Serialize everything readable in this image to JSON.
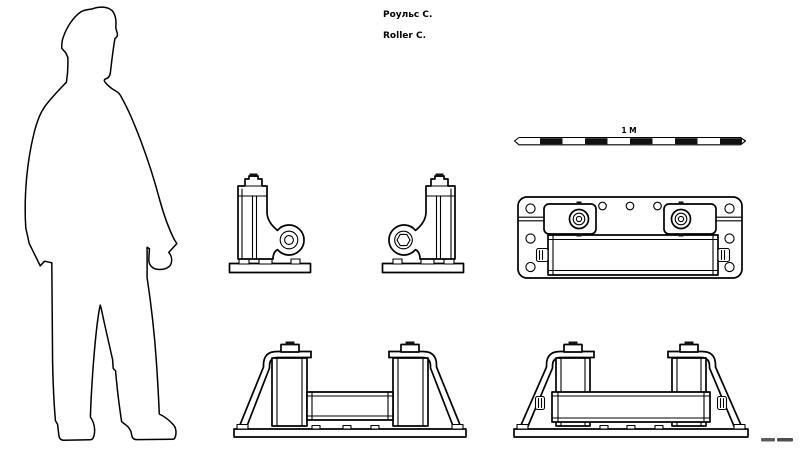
{
  "page": {
    "background_color": "#ffffff",
    "ink_color": "#000000"
  },
  "header": {
    "title_ru": "Роульс С.",
    "title_en": "Roller C."
  },
  "scale_bar": {
    "label": "1 М",
    "segments": 10,
    "fill_black": "#000000",
    "fill_white": "#ffffff"
  }
}
